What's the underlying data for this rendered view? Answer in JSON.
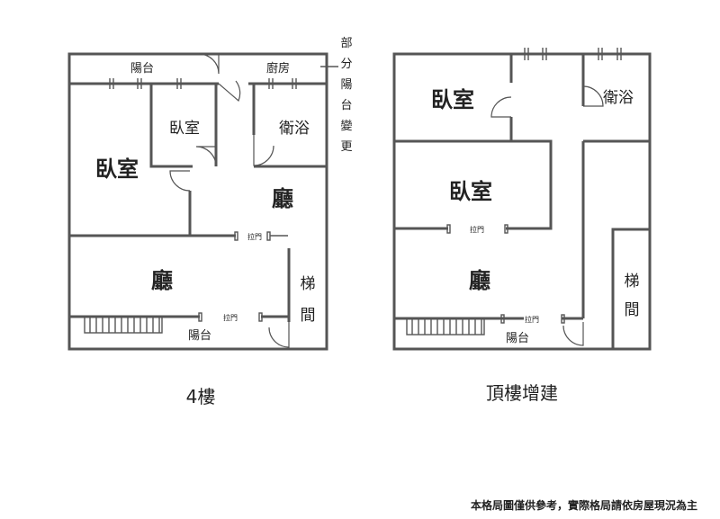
{
  "floor_4": {
    "title": "4樓",
    "balcony_top": "陽台",
    "kitchen": "廚房",
    "bedroom_small": "臥室",
    "bathroom": "衛浴",
    "bedroom_large": "臥室",
    "hall_right": "廳",
    "hall_main": "廳",
    "stairs": [
      "梯",
      "間"
    ],
    "sliding_door_1": "拉門",
    "sliding_door_2": "拉門",
    "balcony_bottom": "陽台"
  },
  "side_note": [
    "部",
    "分",
    "陽",
    "台",
    "變",
    "更"
  ],
  "rooftop": {
    "title": "頂樓增建",
    "bedroom_top": "臥室",
    "bathroom": "衛浴",
    "bedroom_mid": "臥室",
    "hall": "廳",
    "stairs": [
      "梯",
      "間"
    ],
    "sliding_door_1": "拉門",
    "sliding_door_2": "拉門",
    "balcony": "陽台"
  },
  "disclaimer": "本格局圖僅供參考，實際格局請依房屋現況為主"
}
